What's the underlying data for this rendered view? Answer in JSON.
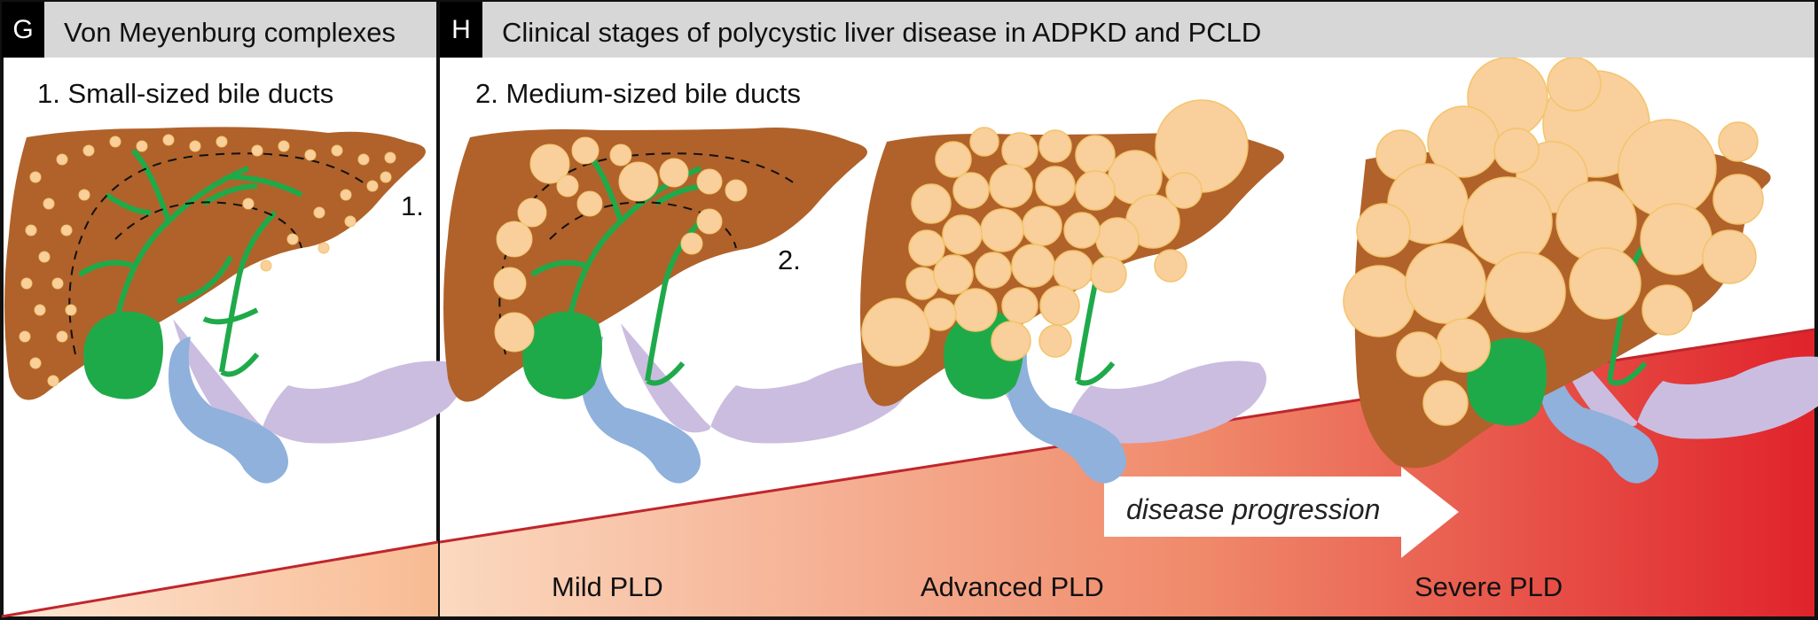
{
  "panel_g": {
    "letter": "G",
    "title": "Von Meyenburg complexes",
    "subtitle": "1. Small-sized bile ducts",
    "marker": "1."
  },
  "panel_h": {
    "letter": "H",
    "title": "Clinical stages of polycystic liver disease in ADPKD and PCLD",
    "subtitle": "2. Medium-sized bile ducts",
    "marker": "2."
  },
  "progression_label": "disease progression",
  "stages": [
    "Mild PLD",
    "Advanced PLD",
    "Severe PLD"
  ],
  "colors": {
    "liver": "#b0622a",
    "bile_duct": "#1faa4a",
    "gallbladder": "#1faa4a",
    "duodenum": "#8fb1dc",
    "pancreas": "#cbbde0",
    "cyst_fill": "#f9cf9c",
    "cyst_stroke": "#f3c46a",
    "gradient_start": "#fbd9bf",
    "gradient_end": "#e0232b",
    "header_bg": "#d7d7d7"
  }
}
